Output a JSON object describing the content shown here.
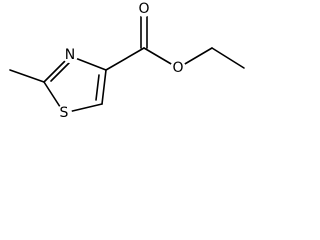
{
  "molecule": {
    "atoms": {
      "nitrogen": "N",
      "sulfur": "S",
      "carbonyl_oxygen": "O",
      "ester_oxygen": "O"
    },
    "colors": {
      "bond": "#000000",
      "background": "#ffffff"
    }
  }
}
